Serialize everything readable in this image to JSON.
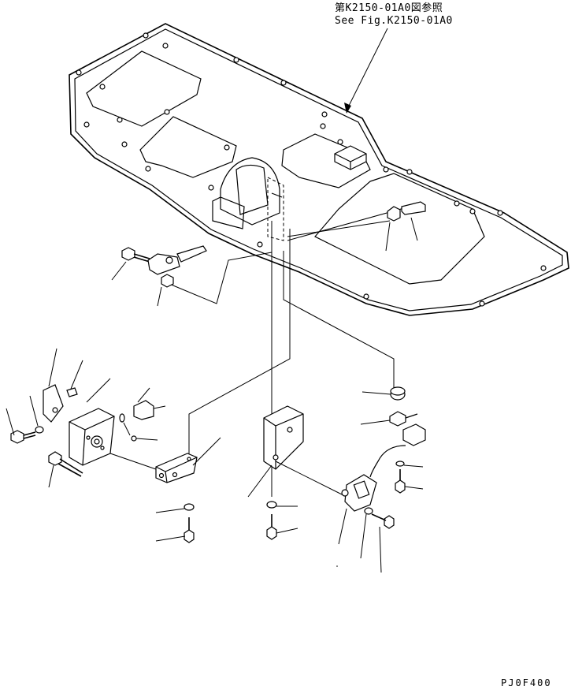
{
  "reference": {
    "line_jp": "第K2150-01A0図参照",
    "line_en": "See Fig.K2150-01A0"
  },
  "figure_code": "PJ0F400"
}
